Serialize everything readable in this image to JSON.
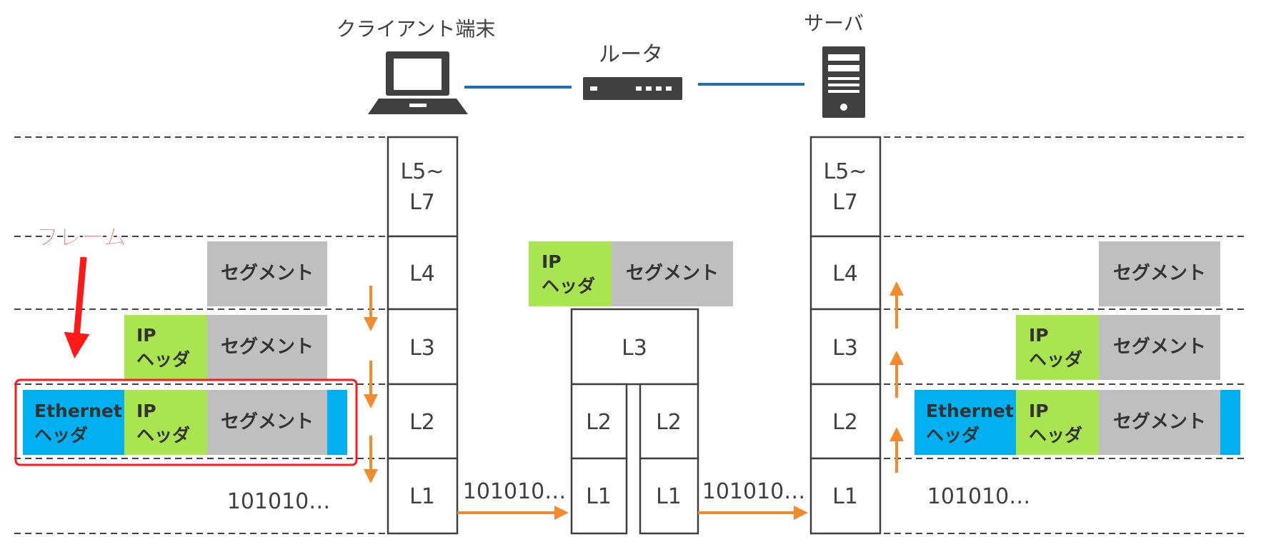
{
  "devices": {
    "client": "クライアント端末",
    "router": "ルータ",
    "server": "サーバ"
  },
  "layers": {
    "l57_top": "L5~",
    "l57_bottom": "L7",
    "l4": "L4",
    "l3": "L3",
    "l2": "L2",
    "l1": "L1"
  },
  "packet": {
    "segment": "セグメント",
    "ip_top": "IP",
    "ip_bottom": "ヘッダ",
    "eth_top": "Ethernet",
    "eth_bottom": "ヘッダ"
  },
  "bits": "101010…",
  "callout": "フレーム",
  "colors": {
    "ethernet": "#00b0f0",
    "ip": "#a9e550",
    "segment": "#bfbfbf",
    "arrow": "#f28b2e",
    "link": "#1f6eb5",
    "callout": "#ff1a1a"
  }
}
